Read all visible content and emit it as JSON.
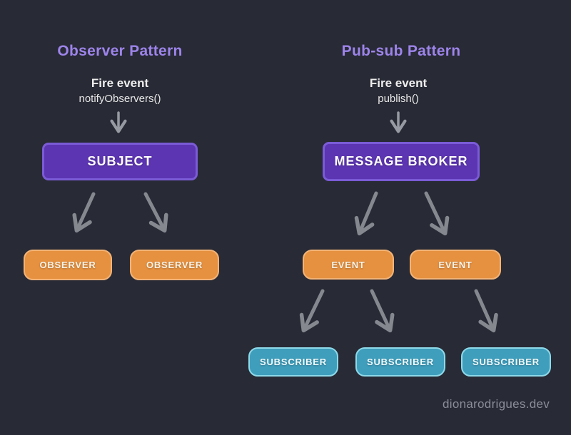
{
  "observer": {
    "title": "Observer Pattern",
    "fire_label": "Fire event",
    "fire_method": "notifyObservers()",
    "root_label": "SUBJECT",
    "nodes": [
      "OBSERVER",
      "OBSERVER"
    ]
  },
  "pubsub": {
    "title": "Pub-sub Pattern",
    "fire_label": "Fire event",
    "fire_method": "publish()",
    "root_label": "MESSAGE BROKER",
    "events": [
      "EVENT",
      "EVENT"
    ],
    "subscribers": [
      "SUBSCRIBER",
      "SUBSCRIBER",
      "SUBSCRIBER"
    ]
  },
  "footer": {
    "watermark": "dionarodrigues.dev"
  },
  "colors": {
    "background": "#282a35",
    "title_text": "#9d84ea",
    "body_text": "#eeeeee",
    "root_box_fill": "#5c35b2",
    "root_box_border": "#7b5bd6",
    "orange_box_fill": "#e69140",
    "orange_box_border": "#f2b377",
    "teal_box_fill": "#3f9ebc",
    "teal_box_border": "#8ed9e9",
    "arrow": "#85888f",
    "watermark_text": "#8b8e99"
  },
  "icons": {
    "down_arrow": "arrow-down-icon",
    "diagonal_arrow": "arrow-diagonal-icon"
  }
}
